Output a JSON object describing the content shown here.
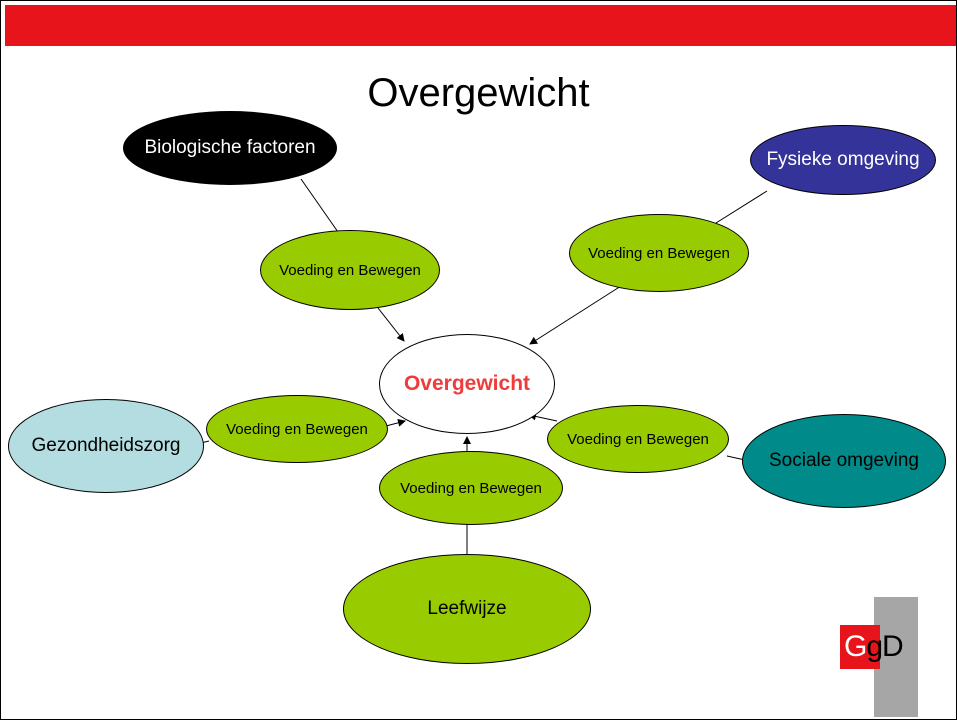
{
  "title": "Overgewicht",
  "center": {
    "label": "Overgewicht"
  },
  "mediator_label": "Voeding en Bewegen",
  "outer": {
    "biologische": "Biologische factoren",
    "fysieke": "Fysieke omgeving",
    "gezondheidszorg": "Gezondheidszorg",
    "sociale": "Sociale omgeving",
    "leefwijze": "Leefwijze"
  },
  "logo": {
    "part1": "G",
    "part2": "gD"
  },
  "colors": {
    "header_red": "#e8141c",
    "center_text": "#ee3b3b",
    "mediator_fill": "#99cc00",
    "biologische_fill": "#000000",
    "fysieke_fill": "#333399",
    "gezondheidszorg_fill": "#b3dde0",
    "sociale_fill": "#008a8a",
    "leefwijze_fill": "#99cc00"
  }
}
